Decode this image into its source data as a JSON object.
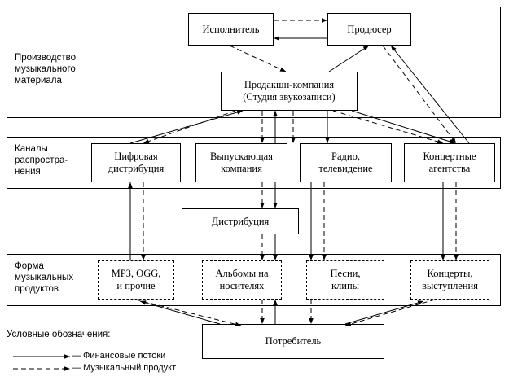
{
  "bands": {
    "production": "Производство\nмузыкального\nматериала",
    "channels": "Каналы\nраспростра-\nнения",
    "forms": "Форма\nмузыкальных\nпродуктов"
  },
  "nodes": {
    "performer": "Исполнитель",
    "producer": "Продюсер",
    "production_company": "Продакшн-компания\n(Студия звукозаписи)",
    "digital": "Цифровая\nдистрибуция",
    "label": "Выпускающая\nкомпания",
    "radio": "Радио,\nтелевидение",
    "concert_agencies": "Концертные\nагентства",
    "distribution": "Дистрибуция",
    "mp3": "MP3, OGG,\nи прочие",
    "albums": "Альбомы на\nносителях",
    "songs": "Песни,\nклипы",
    "concerts": "Концерты,\nвыступления",
    "consumer": "Потребитель"
  },
  "legend": {
    "title": "Условные обозначения:",
    "financial": "— Финансовые потоки",
    "product": "— Музыкальный продукт"
  }
}
